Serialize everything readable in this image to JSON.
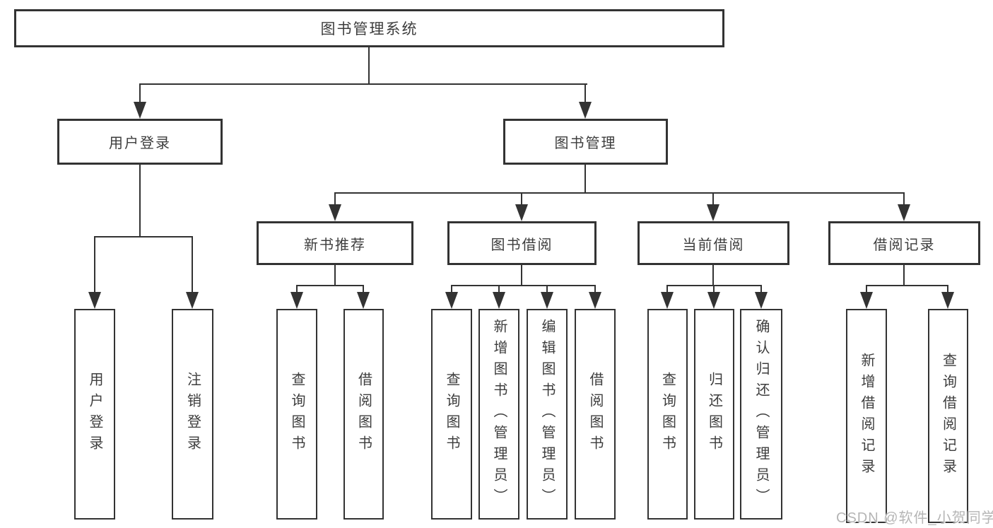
{
  "tree": {
    "root": {
      "label": "图书管理系统"
    },
    "branches": [
      {
        "label": "用户登录",
        "children": [
          {
            "label": "用户登录"
          },
          {
            "label": "注销登录"
          }
        ]
      },
      {
        "label": "图书管理",
        "children": [
          {
            "label": "新书推荐",
            "children": [
              {
                "label": "查询图书"
              },
              {
                "label": "借阅图书"
              }
            ]
          },
          {
            "label": "图书借阅",
            "children": [
              {
                "label": "查询图书"
              },
              {
                "label": "新增图书（管理员）"
              },
              {
                "label": "编辑图书（管理员）"
              },
              {
                "label": "借阅图书"
              }
            ]
          },
          {
            "label": "当前借阅",
            "children": [
              {
                "label": "查询图书"
              },
              {
                "label": "归还图书"
              },
              {
                "label": "确认归还（管理员）"
              }
            ]
          },
          {
            "label": "借阅记录",
            "children": [
              {
                "label": "新增借阅记录"
              },
              {
                "label": "查询借阅记录"
              }
            ]
          }
        ]
      }
    ]
  },
  "watermark": {
    "text": "CSDN @软件_小贺同学"
  },
  "colors": {
    "line": "#333333",
    "text": "#3d3d3d",
    "background": "#ffffff",
    "watermark": "#b5b5b5"
  }
}
